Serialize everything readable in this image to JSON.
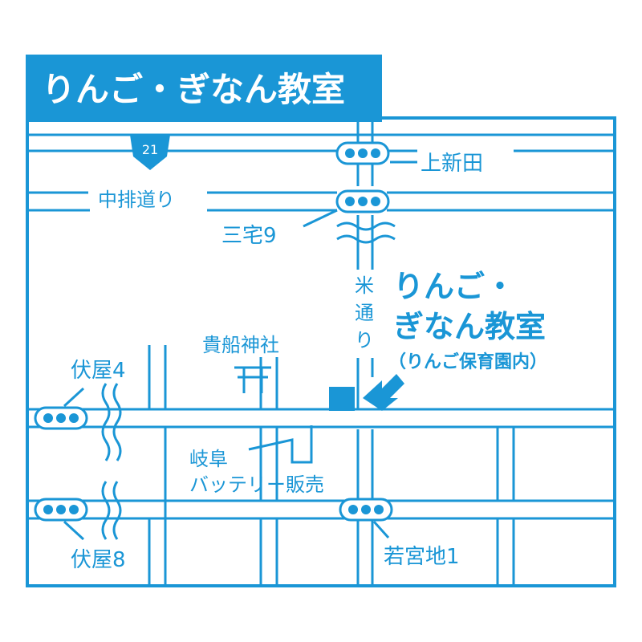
{
  "title": "りんご・ぎなん教室",
  "route_number": "21",
  "roads": {
    "nakahai": "中排道り",
    "kome_line1": "米",
    "kome_line2": "通",
    "kome_line3": "り"
  },
  "places": {
    "kamishinden": "上新田",
    "miyake9": "三宅9",
    "kifune": "貴船神社",
    "fuseya4": "伏屋4",
    "fuseya8": "伏屋8",
    "gifu_battery_line1": "岐阜",
    "gifu_battery_line2": "バッテリー販売",
    "wakamiyachi1": "若宮地1"
  },
  "destination": {
    "name_line1": "りんご・",
    "name_line2": "ぎなん教室",
    "note": "（りんご保育園内）"
  },
  "colors": {
    "primary": "#1a96d6",
    "background": "#ffffff"
  },
  "icons": {
    "traffic_light": "traffic-light-icon",
    "shrine": "torii-shrine-icon",
    "destination_marker": "square-marker-icon",
    "arrow": "pointer-arrow-icon"
  }
}
